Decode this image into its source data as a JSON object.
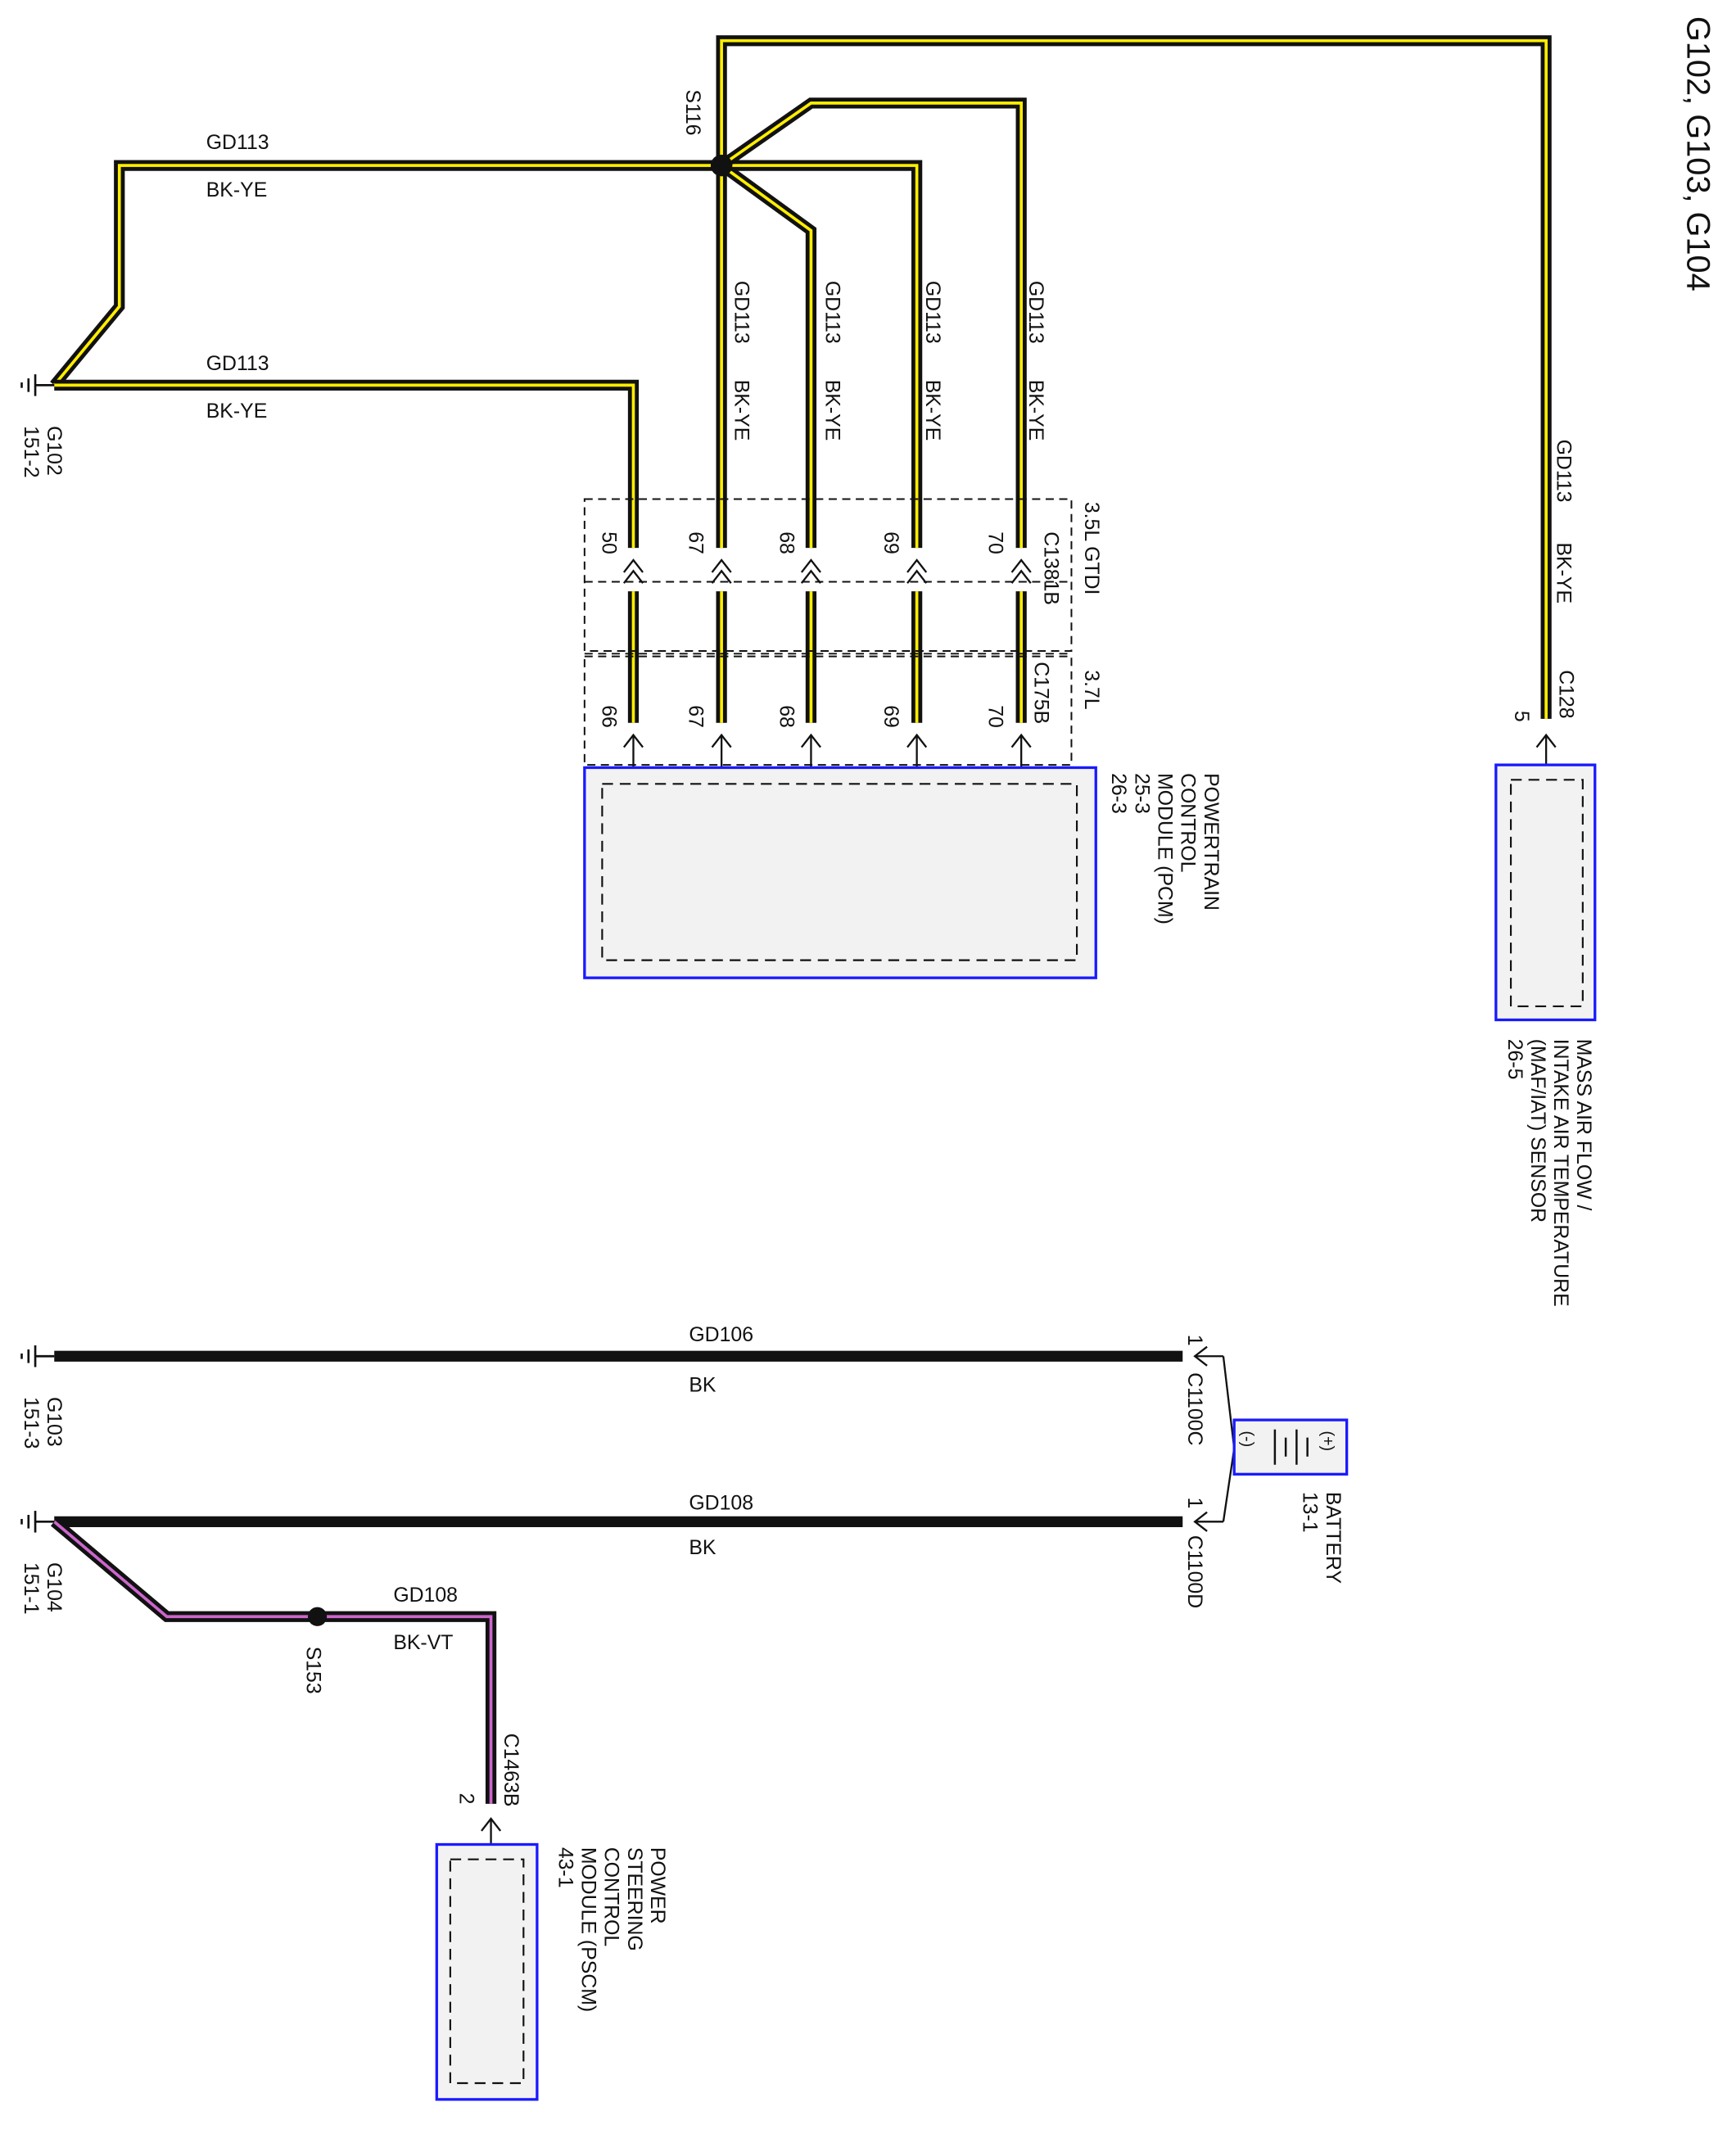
{
  "title": "G102, G103, G104",
  "colors": {
    "yellow_stripe": "#ffee00",
    "violet_stripe": "#cc66cc",
    "box_border": "#1a1aff"
  },
  "grounds": {
    "g102": {
      "name": "G102",
      "ref": "151-2"
    },
    "g103": {
      "name": "G103",
      "ref": "151-3"
    },
    "g104": {
      "name": "G104",
      "ref": "151-1"
    }
  },
  "splices": {
    "s116": "S116",
    "s153": "S153"
  },
  "wires": {
    "gd113": "GD113",
    "bk_ye": "BK-YE",
    "gd106": "GD106",
    "bk": "BK",
    "gd108": "GD108",
    "bk_vt": "BK-VT"
  },
  "connectors": {
    "c1381b": "C1381B",
    "gtdi": "3.5L GTDI",
    "c175b": "C175B",
    "l37": "3.7L",
    "c128": "C128",
    "c1100c": "C1100C",
    "c1100d": "C1100D",
    "c1463b": "C1463B"
  },
  "pins": {
    "top": [
      "50",
      "67",
      "68",
      "69",
      "70"
    ],
    "bottom": [
      "66",
      "67",
      "68",
      "69",
      "70"
    ],
    "c128": "5",
    "c1100c": "1",
    "c1100d": "1",
    "c1463b": "2"
  },
  "components": {
    "pcm": [
      "POWERTRAIN",
      "CONTROL",
      "MODULE (PCM)",
      "25-3",
      "26-3"
    ],
    "maf": [
      "MASS AIR FLOW /",
      "INTAKE AIR TEMPERATURE",
      "(MAF/IAT) SENSOR",
      "26-5"
    ],
    "battery": [
      "BATTERY",
      "13-1"
    ],
    "battery_plus": "(+)",
    "battery_minus": "(-)",
    "pscm": [
      "POWER",
      "STEERING",
      "CONTROL",
      "MODULE (PSCM)",
      "43-1"
    ]
  }
}
